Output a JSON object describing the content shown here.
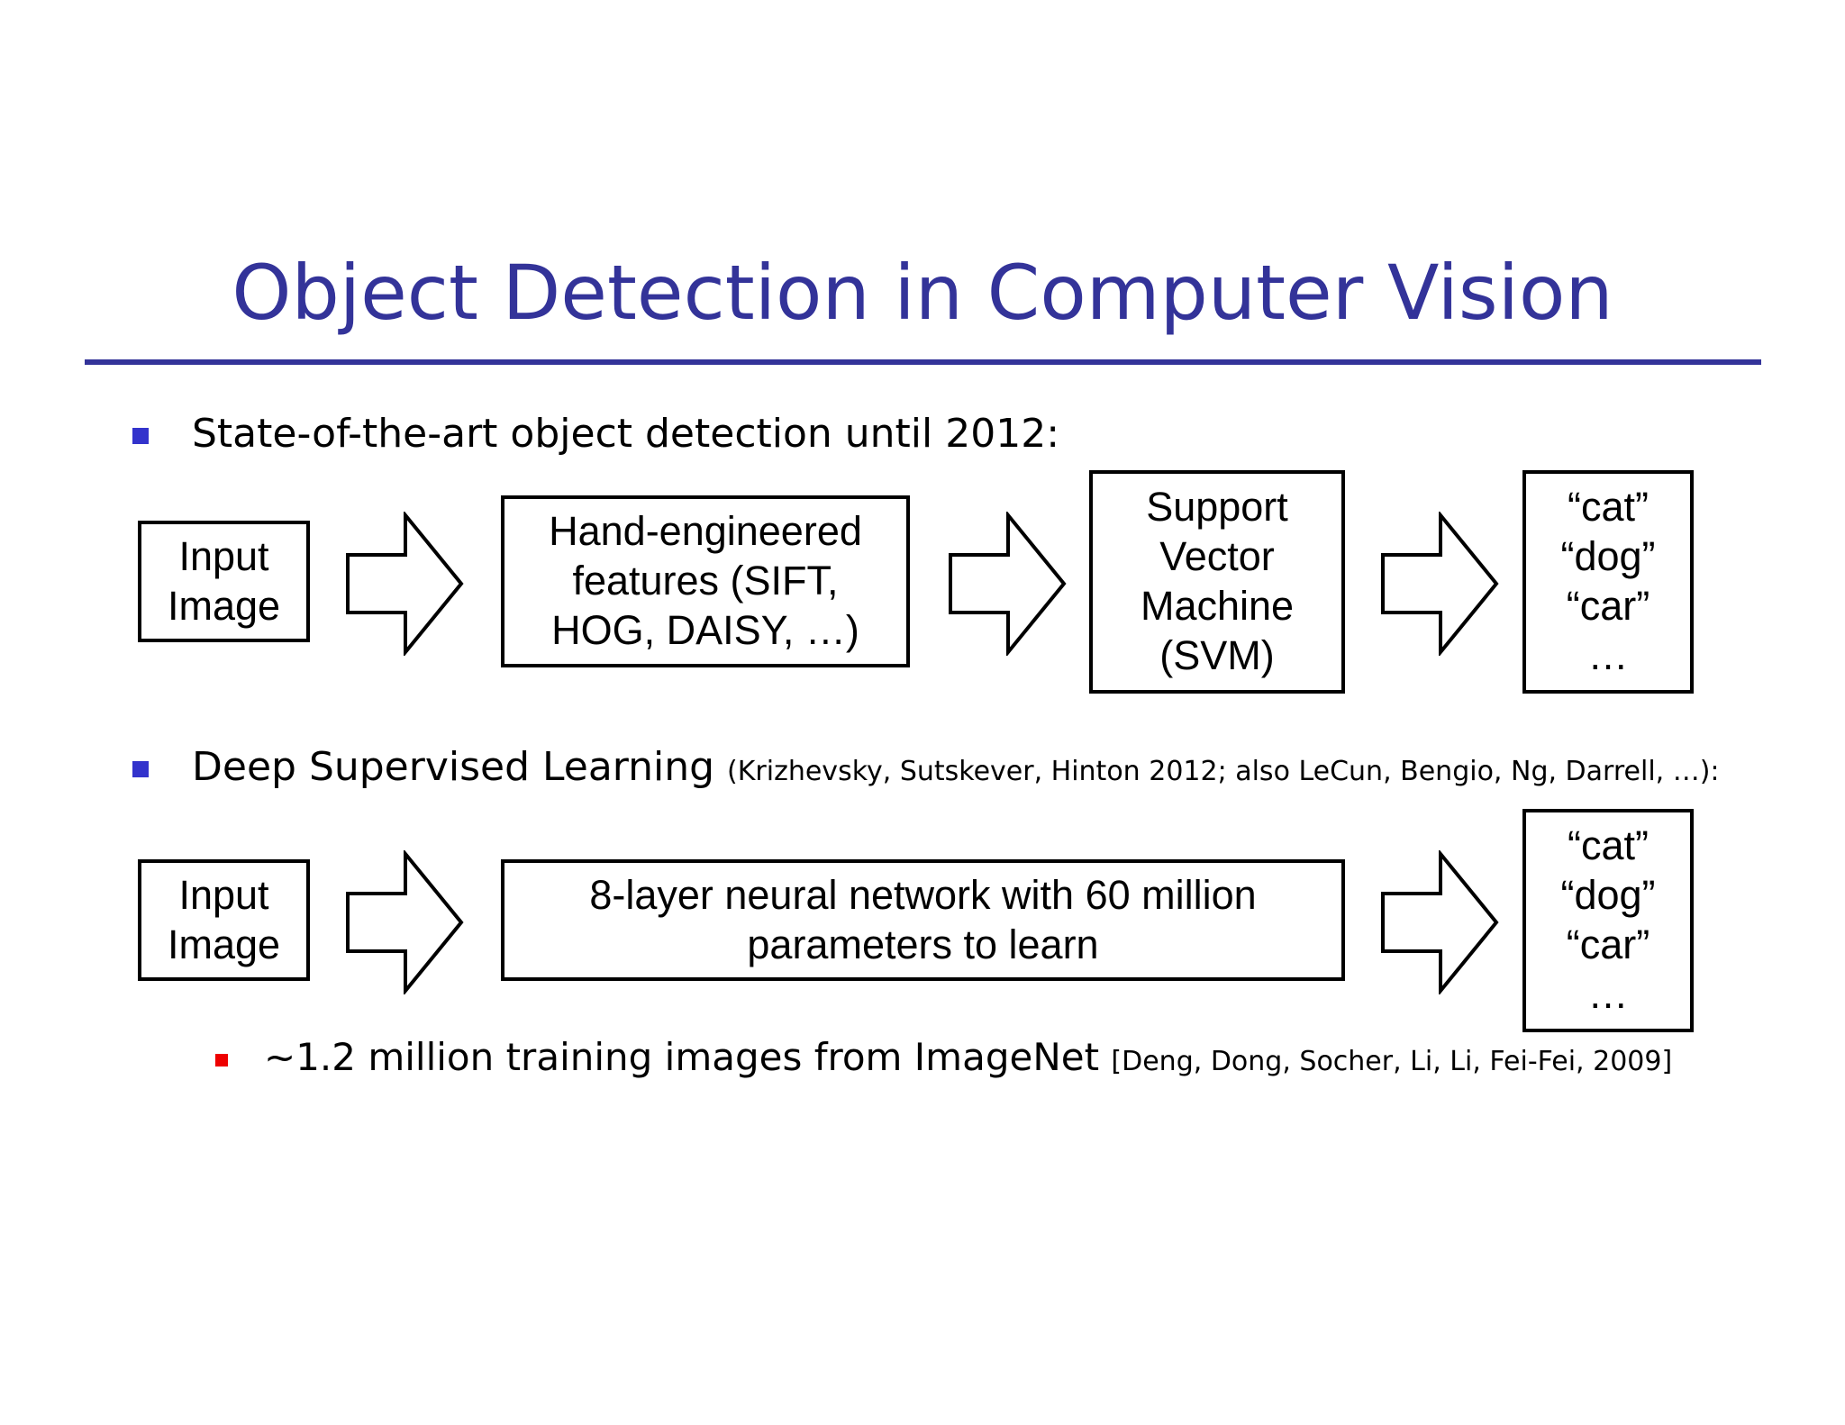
{
  "title": "Object Detection in Computer Vision",
  "colors": {
    "title": "#333399",
    "bullet": "#3333cc",
    "sub_bullet": "#ee0000"
  },
  "bullet1": {
    "text": "State-of-the-art object detection until 2012:"
  },
  "pipeline1": {
    "input": "Input\nImage",
    "features": "Hand-engineered\nfeatures (SIFT,\nHOG, DAISY, …)",
    "classifier": "Support\nVector\nMachine\n(SVM)",
    "outputs": "“cat”\n“dog”\n“car”\n…"
  },
  "bullet2": {
    "text": "Deep Supervised Learning",
    "citation": "(Krizhevsky, Sutskever, Hinton 2012; also LeCun, Bengio, Ng, Darrell, …):"
  },
  "pipeline2": {
    "input": "Input\nImage",
    "network": "8-layer neural network with 60 million\nparameters to learn",
    "outputs": "“cat”\n“dog”\n“car”\n…"
  },
  "sub_bullet": {
    "text": "~1.2 million training images from ImageNet",
    "citation": "[Deng, Dong, Socher, Li, Li, Fei-Fei, 2009]"
  },
  "icons": [
    "right-arrow-icon"
  ]
}
